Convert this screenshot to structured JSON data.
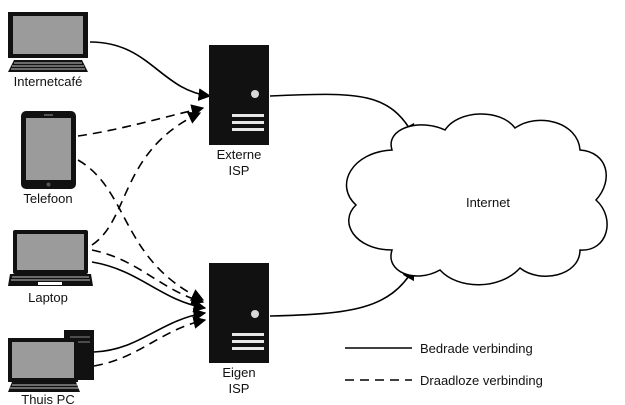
{
  "devices": {
    "internet_cafe": "Internetcafé",
    "phone": "Telefoon",
    "laptop": "Laptop",
    "home_pc": "Thuis PC"
  },
  "servers": {
    "external_line1": "Externe",
    "external_line2": "ISP",
    "own_line1": "Eigen",
    "own_line2": "ISP"
  },
  "cloud": {
    "label": "Internet"
  },
  "legend": {
    "wired": "Bedrade verbinding",
    "wireless": "Draadloze verbinding"
  }
}
